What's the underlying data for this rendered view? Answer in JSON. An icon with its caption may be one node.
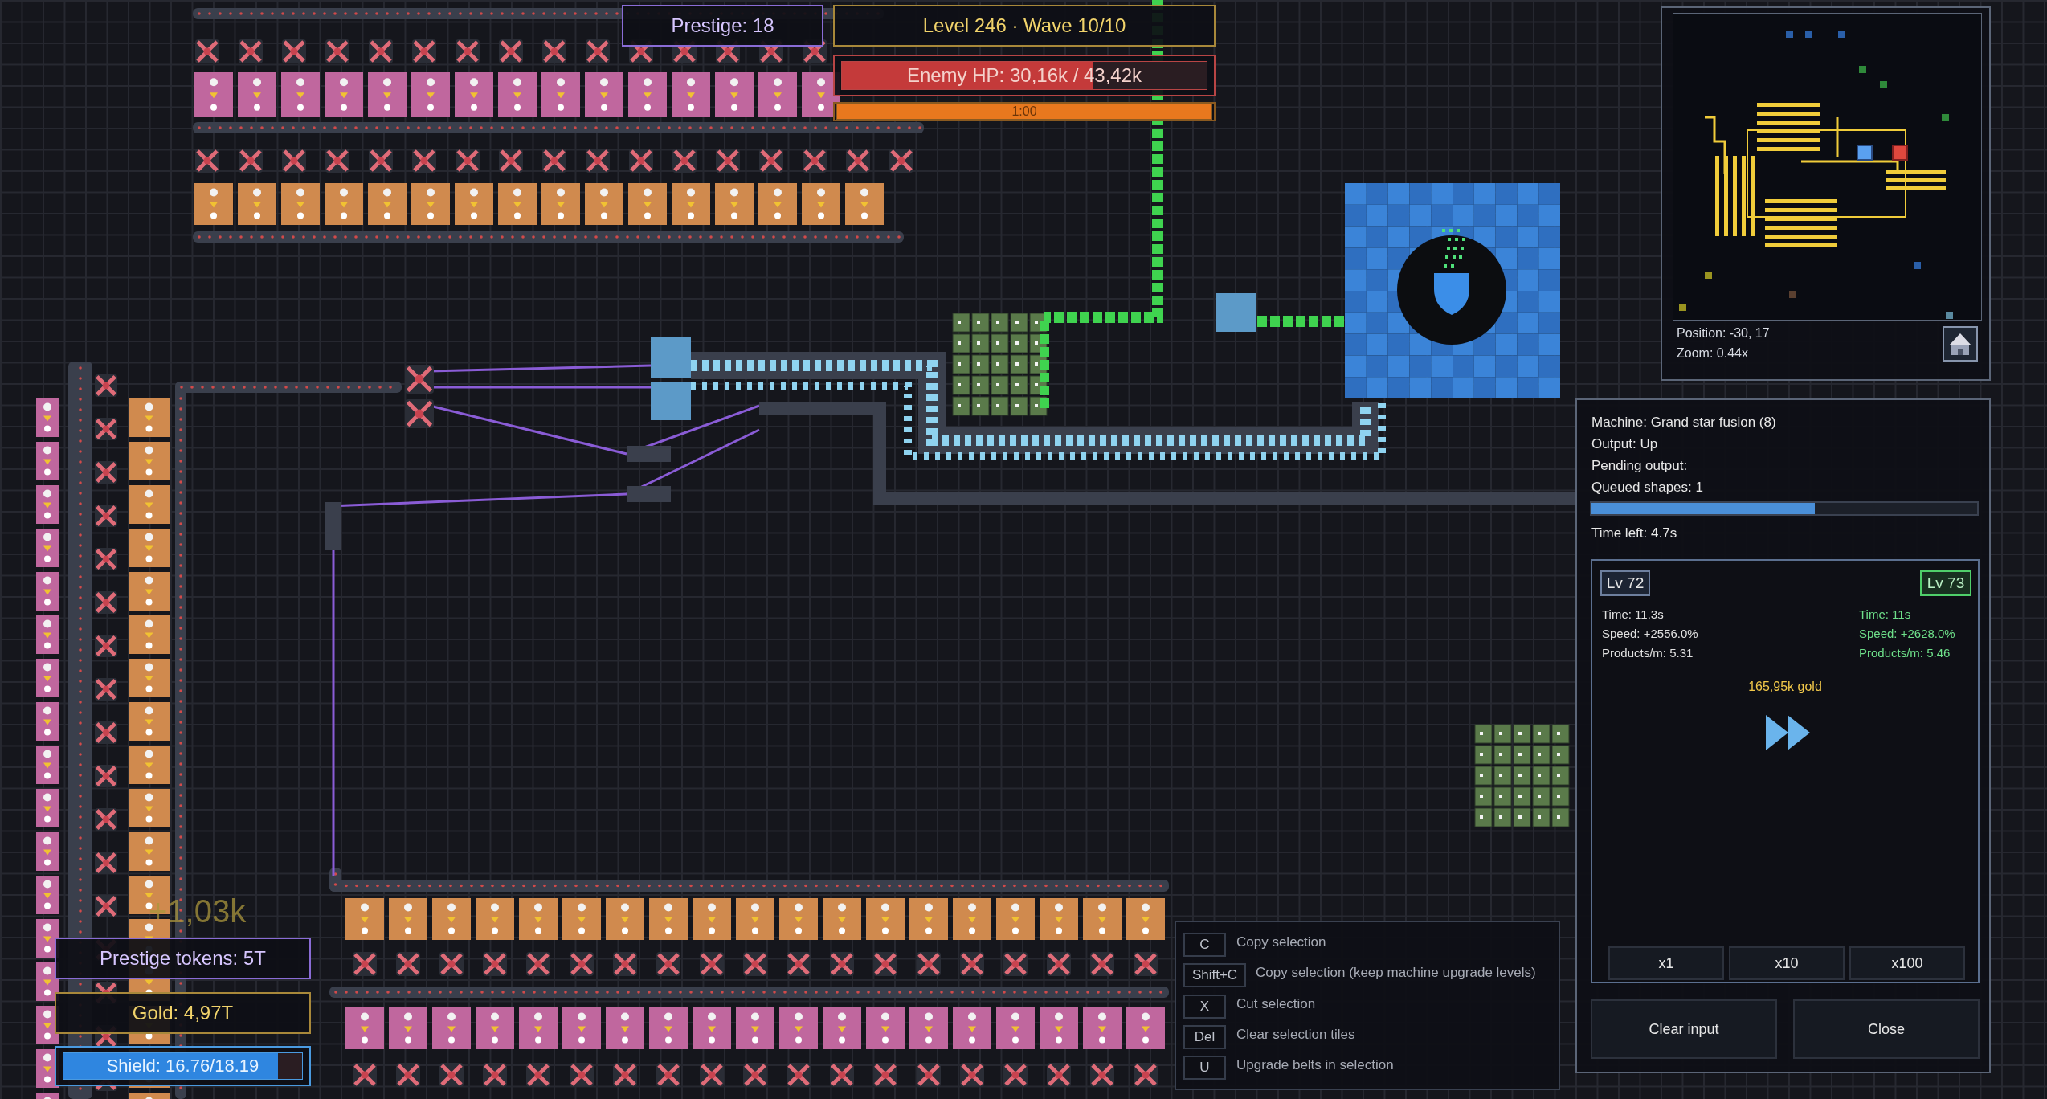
{
  "diagram": {
    "nodes": [
      {
        "text": [
          "Prestige: 18"
        ]
      },
      {
        "text": [
          "Level 246 · Wave 10/10"
        ]
      },
      {
        "text": [
          "Enemy HP: 30,16k / 43,42k"
        ]
      },
      {
        "text": [
          "1:00"
        ]
      },
      {
        "text": [
          "Position: -30, 17",
          "Zoom: 0.44x"
        ]
      },
      {
        "text": [
          "Machine: Grand star fusion (8)",
          "Output: Up",
          "Pending output:",
          "Queued shapes: 1",
          "Time left: 4.7s"
        ]
      },
      {
        "text": [
          "165,95k gold"
        ],
        "in": 5
      },
      {
        "text": [
          "Lv 72"
        ],
        "in": 6,
        "beside": [
          "Time: 11.3s",
          "Speed: +2556.0%",
          "Products/m: 5.31"
        ]
      },
      {
        "text": [
          "Lv 73"
        ],
        "in": 6,
        "beside": [
          "Time: 11s",
          "Speed: +2628.0%",
          "Products/m: 5.46"
        ]
      },
      {
        "text": [
          "x1"
        ],
        "in": 6
      },
      {
        "text": [
          "x10"
        ],
        "in": 6
      },
      {
        "text": [
          "x100"
        ],
        "in": 6
      },
      {
        "text": [
          "Clear input"
        ],
        "in": 5
      },
      {
        "text": [
          "Close"
        ],
        "in": 5
      },
      {
        "text": [],
        "shape": "box"
      },
      {
        "text": [
          "C"
        ],
        "in": 14
      },
      {
        "text": [
          "Shift+C"
        ],
        "in": 14
      },
      {
        "text": [
          "X"
        ],
        "in": 14
      },
      {
        "text": [
          "Del"
        ],
        "in": 14
      },
      {
        "text": [
          "U"
        ],
        "in": 14
      },
      {
        "text": [
          "Prestige tokens: 5T"
        ]
      },
      {
        "text": [
          "Gold: 4,97T"
        ]
      },
      {
        "text": [
          "Shield: 16.76/18.19"
        ]
      }
    ],
    "labels": [
      "Copy selection",
      "Copy selection (keep machine upgrade levels)",
      "Cut selection",
      "Clear selection tiles",
      "Upgrade belts in selection",
      "+1,03k"
    ]
  }
}
